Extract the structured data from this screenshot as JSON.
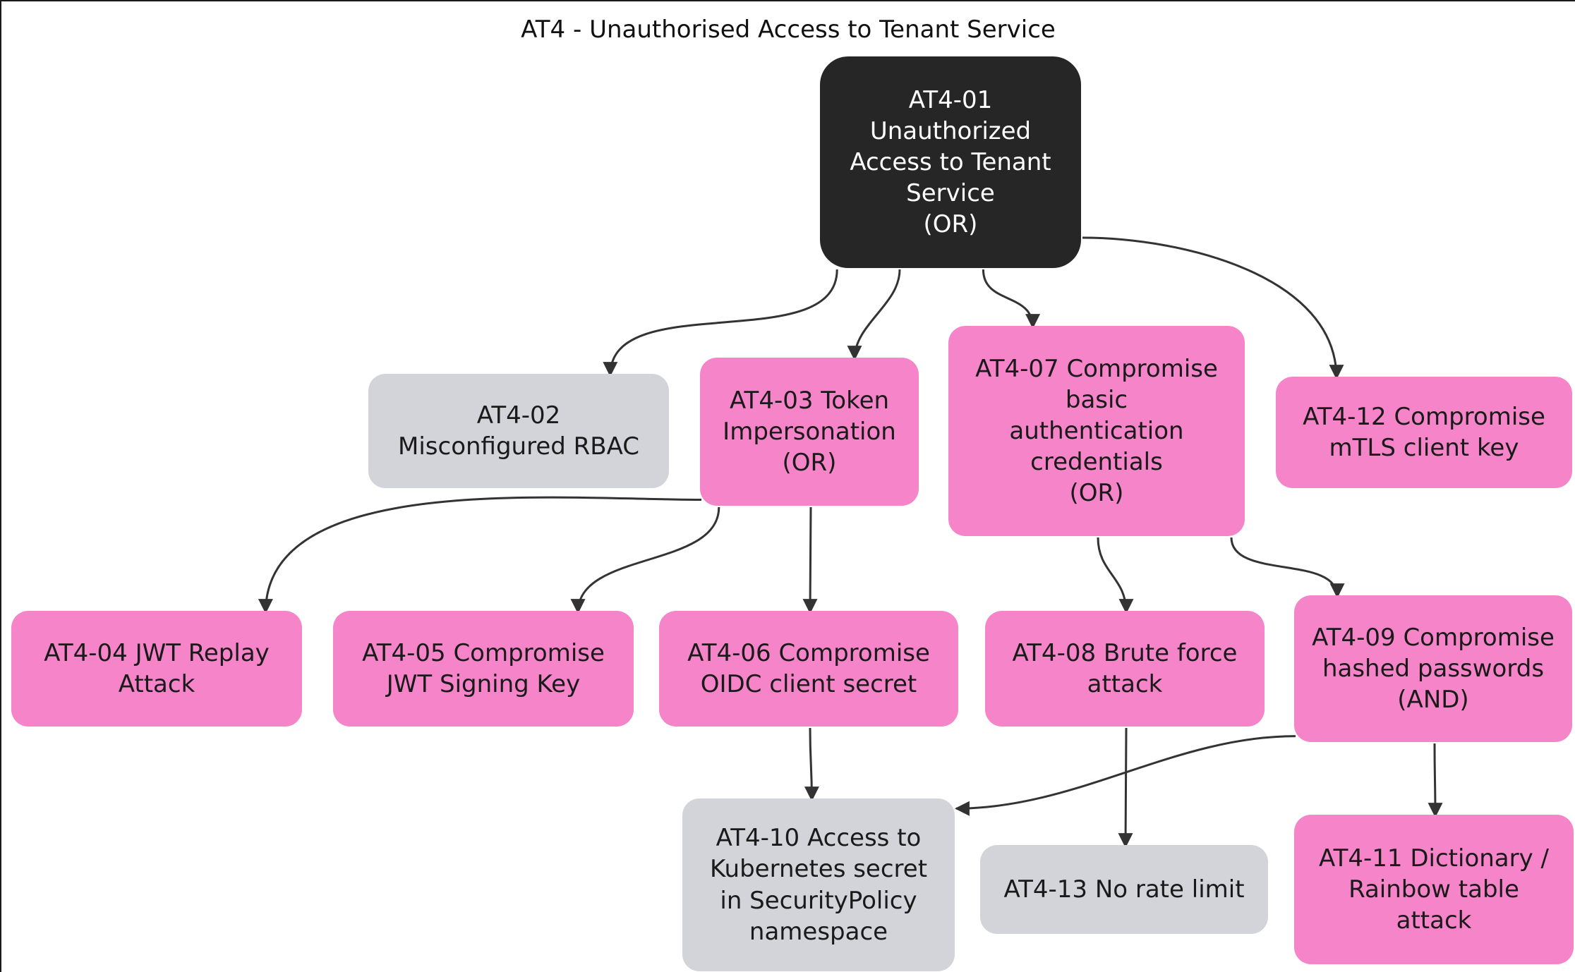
{
  "page": {
    "title": "AT4 - Unauthorised Access to Tenant Service"
  },
  "colors": {
    "edge": "#333333",
    "root_fill": "#262626",
    "root_text": "#ffffff",
    "pink_fill": "#f584c8",
    "gray_fill": "#d3d3da",
    "node_text": "#1a1a1a",
    "background": "#ffffff"
  },
  "nodes": [
    {
      "id": "at4-01",
      "kind": "root",
      "label": "AT4-01\nUnauthorized\nAccess to Tenant\nService\n(OR)"
    },
    {
      "id": "at4-02",
      "kind": "gray",
      "label": "AT4-02\nMisconfigured RBAC"
    },
    {
      "id": "at4-03",
      "kind": "pink",
      "label": "AT4-03 Token\nImpersonation\n(OR)"
    },
    {
      "id": "at4-07",
      "kind": "pink",
      "label": "AT4-07 Compromise\nbasic\nauthentication\ncredentials\n(OR)"
    },
    {
      "id": "at4-12",
      "kind": "pink",
      "label": "AT4-12 Compromise\nmTLS client key"
    },
    {
      "id": "at4-04",
      "kind": "pink",
      "label": "AT4-04 JWT Replay\nAttack"
    },
    {
      "id": "at4-05",
      "kind": "pink",
      "label": "AT4-05 Compromise\nJWT Signing Key"
    },
    {
      "id": "at4-06",
      "kind": "pink",
      "label": "AT4-06 Compromise\nOIDC client secret"
    },
    {
      "id": "at4-08",
      "kind": "pink",
      "label": "AT4-08 Brute force\nattack"
    },
    {
      "id": "at4-09",
      "kind": "pink",
      "label": "AT4-09 Compromise\nhashed passwords\n(AND)"
    },
    {
      "id": "at4-10",
      "kind": "gray",
      "label": "AT4-10 Access to\nKubernetes secret\nin SecurityPolicy\nnamespace"
    },
    {
      "id": "at4-13",
      "kind": "gray",
      "label": "AT4-13 No rate limit"
    },
    {
      "id": "at4-11",
      "kind": "pink",
      "label": "AT4-11 Dictionary /\nRainbow table\nattack"
    }
  ],
  "edges": [
    {
      "from": "at4-01",
      "to": "at4-02"
    },
    {
      "from": "at4-01",
      "to": "at4-03"
    },
    {
      "from": "at4-01",
      "to": "at4-07"
    },
    {
      "from": "at4-01",
      "to": "at4-12"
    },
    {
      "from": "at4-03",
      "to": "at4-04"
    },
    {
      "from": "at4-03",
      "to": "at4-05"
    },
    {
      "from": "at4-03",
      "to": "at4-06"
    },
    {
      "from": "at4-07",
      "to": "at4-08"
    },
    {
      "from": "at4-07",
      "to": "at4-09"
    },
    {
      "from": "at4-06",
      "to": "at4-10"
    },
    {
      "from": "at4-08",
      "to": "at4-13"
    },
    {
      "from": "at4-09",
      "to": "at4-10"
    },
    {
      "from": "at4-09",
      "to": "at4-11"
    }
  ]
}
